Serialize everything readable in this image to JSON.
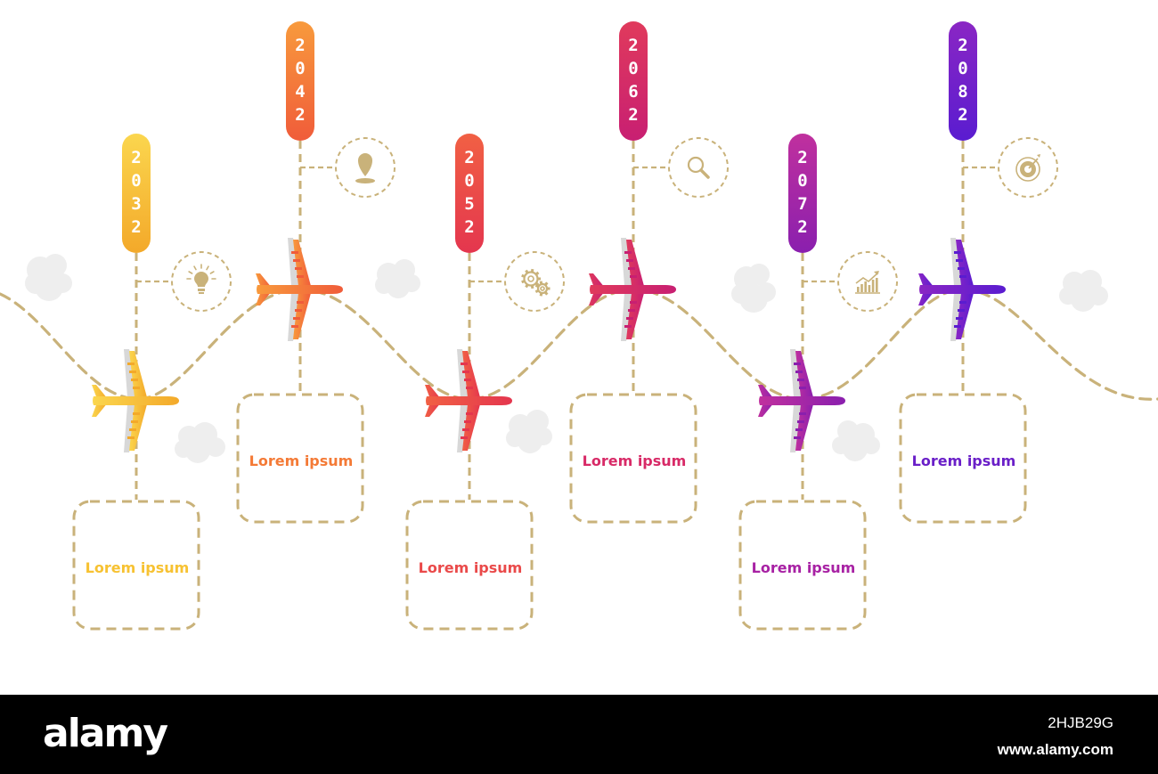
{
  "milestones": [
    {
      "year": "2032",
      "label": "Lorem ipsum",
      "icon": "lightbulb-icon",
      "color": "#f7c232",
      "color_light": "#fbd64e",
      "color_dark": "#f3a92a"
    },
    {
      "year": "2042",
      "label": "Lorem ipsum",
      "icon": "map-pin-icon",
      "color": "#f47a36",
      "color_light": "#f89a3c",
      "color_dark": "#f05c3a"
    },
    {
      "year": "2052",
      "label": "Lorem ipsum",
      "icon": "gears-icon",
      "color": "#ea4a4a",
      "color_light": "#f16044",
      "color_dark": "#e4364e"
    },
    {
      "year": "2062",
      "label": "Lorem ipsum",
      "icon": "magnifier-icon",
      "color": "#d82a67",
      "color_light": "#e03a5c",
      "color_dark": "#c81f72"
    },
    {
      "year": "2072",
      "label": "Lorem ipsum",
      "icon": "bar-chart-icon",
      "color": "#a822a4",
      "color_light": "#c0309e",
      "color_dark": "#8a1fae"
    },
    {
      "year": "2082",
      "label": "Lorem ipsum",
      "icon": "target-icon",
      "color": "#6a1fc8",
      "color_light": "#8a26c4",
      "color_dark": "#5a1cd0"
    }
  ],
  "colors": {
    "dash": "#c9b27a",
    "icon": "#c9b27a",
    "cloud": "#eeeeee"
  },
  "watermark": {
    "brand": "alamy",
    "image_id": "2HJB29G",
    "site": "www.alamy.com"
  }
}
